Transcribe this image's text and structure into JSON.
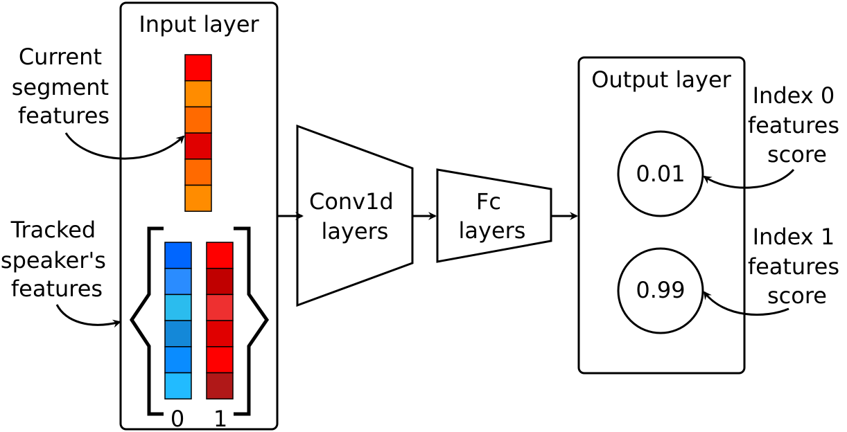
{
  "input_layer": {
    "title": "Input layer",
    "current_segment_colors": [
      "#ff0000",
      "#ff8c00",
      "#ff6a00",
      "#e00000",
      "#ff6a00",
      "#ff8c00"
    ],
    "tracked": {
      "speaker0_colors": [
        "#0066ff",
        "#2a8cff",
        "#2bbcee",
        "#1488d8",
        "#0a8cff",
        "#22bbff"
      ],
      "speaker1_colors": [
        "#ff0000",
        "#c00000",
        "#ee3030",
        "#e00000",
        "#ff0000",
        "#b01818"
      ],
      "index_labels": [
        "0",
        "1"
      ]
    }
  },
  "annotations": {
    "current_segment": [
      "Current",
      "segment",
      "features"
    ],
    "tracked_speaker": [
      "Tracked",
      "speaker's",
      "features"
    ],
    "index0": [
      "Index 0",
      "features",
      "score"
    ],
    "index1": [
      "Index 1",
      "features",
      "score"
    ]
  },
  "conv_block": [
    "Conv1d",
    "layers"
  ],
  "fc_block": [
    "Fc",
    "layers"
  ],
  "output_layer": {
    "title": "Output layer",
    "scores": [
      "0.01",
      "0.99"
    ]
  }
}
